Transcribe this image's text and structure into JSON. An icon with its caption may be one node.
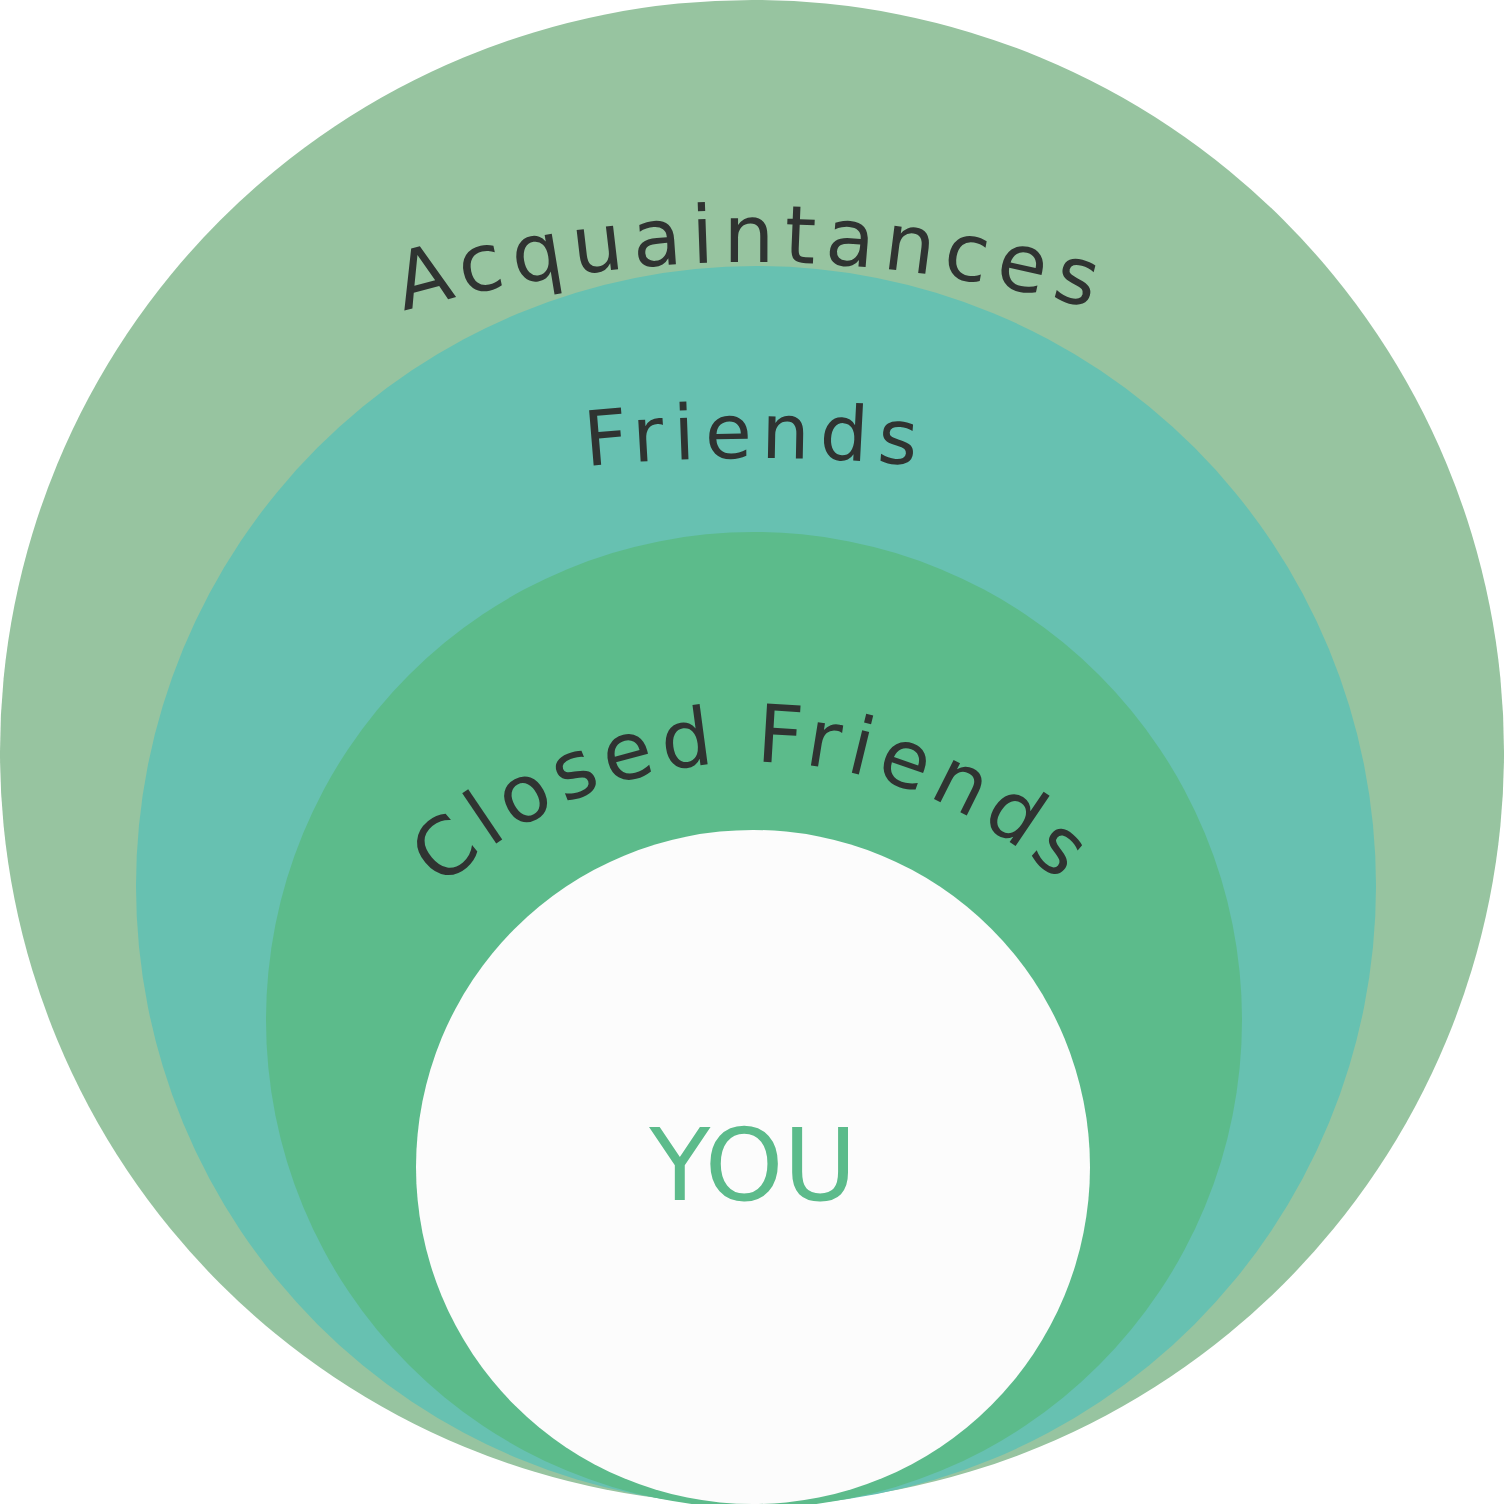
{
  "diagram": {
    "nodes": [
      {
        "text": [
          "Acquaintances"
        ]
      },
      {
        "text": [
          "Friends"
        ],
        "in": 0
      },
      {
        "text": [
          "Closed Friends"
        ],
        "in": 1
      },
      {
        "text": [
          "YOU"
        ],
        "in": 2
      }
    ]
  }
}
